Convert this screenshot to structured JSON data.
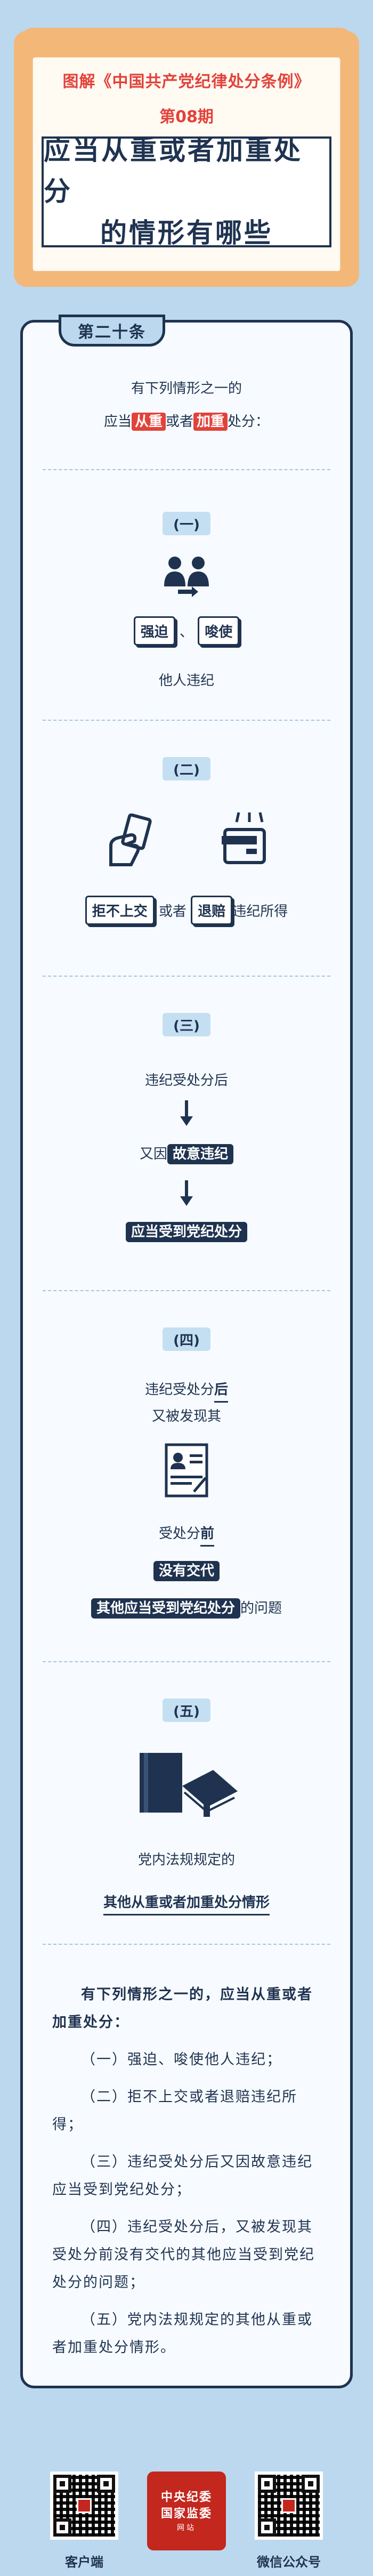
{
  "header": {
    "line1": "图解《中国共产党纪律处分条例》",
    "line2": "第08期",
    "title_line1": "应当从重或者加重处分",
    "title_line2": "的情形有哪些"
  },
  "article": {
    "label": "第二十条",
    "intro_line1": "有下列情形之一的",
    "intro_pre": "应当",
    "intro_chip1": "从重",
    "intro_mid": "或者",
    "intro_chip2": "加重",
    "intro_post": "处分："
  },
  "items": [
    {
      "num": "(一)",
      "chip1": "强迫",
      "sep": "、",
      "chip2": "唆使",
      "text": "他人违纪"
    },
    {
      "num": "(二)",
      "chip1": "拒不上交",
      "mid": "或者",
      "chip2": "退赔",
      "post": "违纪所得"
    },
    {
      "num": "(三)",
      "line1": "违纪受处分后",
      "line2_pre": "又因",
      "line2_chip": "故意违纪",
      "line3_chip": "应当受到党纪处分"
    },
    {
      "num": "(四)",
      "line1_pre": "违纪受处分",
      "line1_emph": "后",
      "line2": "又被发现其",
      "line3_pre": "受处分",
      "line3_emph": "前",
      "line4_chip": "没有交代",
      "line5_chip": "其他应当受到党纪处分",
      "line5_post": "的问题"
    },
    {
      "num": "(五)",
      "line1": "党内法规规定的",
      "line2": "其他从重或者加重处分情形"
    }
  ],
  "summary": {
    "title": "有下列情形之一的，应当从重或者加重处分：",
    "p1": "（一）强迫、唆使他人违纪；",
    "p2": "（二）拒不上交或者退赔违纪所得；",
    "p3": "（三）违纪受处分后又因故意违纪应当受到党纪处分；",
    "p4": "（四）违纪受处分后，又被发现其受处分前没有交代的其他应当受到党纪处分的问题；",
    "p5": "（五）党内法规规定的其他从重或者加重处分情形。"
  },
  "footer": {
    "left_label": "客户端",
    "right_label": "微信公众号",
    "seal_line1": "中央纪委",
    "seal_line2": "国家监委",
    "seal_line3": "网站"
  },
  "colors": {
    "navy": "#1f3350",
    "red": "#e2423a",
    "orange": "#f3b778",
    "bg": "#bcd8ee"
  },
  "icons": [
    "people-icon",
    "hand-card-icon",
    "wallet-return-icon",
    "arrow-down-icon",
    "document-icon",
    "book-icon"
  ]
}
